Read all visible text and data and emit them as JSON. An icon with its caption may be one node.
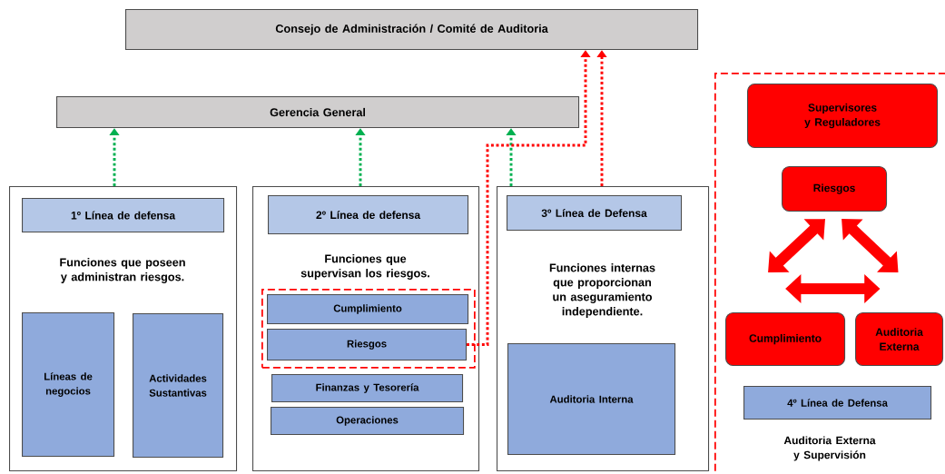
{
  "diagram": {
    "nodes": [
      {
        "text": [
          "Consejo de Administración / Comité de Auditoria"
        ]
      },
      {
        "text": [
          "Gerencia General"
        ]
      },
      {
        "text": [
          "Funciones que poseen y administran riesgos."
        ]
      },
      {
        "text": [
          "1º Línea de defensa"
        ],
        "in": 2
      },
      {
        "text": [
          "Líneas de negocios"
        ],
        "in": 2
      },
      {
        "text": [
          "Actividades Sustantivas"
        ],
        "in": 2
      },
      {
        "text": [
          "Funciones que supervisan los riesgos."
        ]
      },
      {
        "text": [
          "2º Línea de defensa"
        ],
        "in": 6
      },
      {
        "text": [],
        "shape": "box",
        "in": 6
      },
      {
        "text": [
          "Cumplimiento"
        ],
        "in": 8
      },
      {
        "text": [
          "Riesgos"
        ],
        "in": 8
      },
      {
        "text": [
          "Finanzas y Tesorería"
        ],
        "in": 6
      },
      {
        "text": [
          "Operaciones"
        ],
        "in": 6
      },
      {
        "text": [
          "Funciones internas que proporcionan un aseguramiento independiente."
        ]
      },
      {
        "text": [
          "3º Línea de Defensa"
        ],
        "in": 13
      },
      {
        "text": [
          "Auditoria Interna"
        ],
        "in": 13
      },
      {
        "text": [
          "Auditoria Externa y Supervisión"
        ]
      },
      {
        "text": [
          "Supervisores y Reguladores"
        ],
        "in": 16
      },
      {
        "text": [
          "Riesgos"
        ],
        "in": 16
      },
      {
        "text": [
          "Cumplimiento"
        ],
        "in": 16
      },
      {
        "text": [
          "Auditoria Externa"
        ],
        "in": 16
      },
      {
        "text": [
          "4º Línea de Defensa"
        ],
        "in": 16
      }
    ],
    "edges": [
      {
        "from": 2,
        "to": 1,
        "arrow": "to",
        "style": "dashed",
        "color": "#00b050"
      },
      {
        "from": 6,
        "to": 1,
        "arrow": "to",
        "style": "dashed",
        "color": "#00b050"
      },
      {
        "from": 13,
        "to": 1,
        "arrow": "to",
        "style": "dashed",
        "color": "#00b050"
      },
      {
        "from": 10,
        "to": 0,
        "arrow": "to",
        "style": "dashed",
        "color": "#ff0000"
      },
      {
        "from": 13,
        "to": 0,
        "arrow": "to",
        "style": "dashed",
        "color": "#ff0000"
      },
      {
        "from": 18,
        "to": 19,
        "arrow": "both",
        "style": "thick",
        "color": "#ff0000"
      },
      {
        "from": 18,
        "to": 20,
        "arrow": "both",
        "style": "thick",
        "color": "#ff0000"
      },
      {
        "from": 19,
        "to": 20,
        "arrow": "both",
        "style": "thick",
        "color": "#ff0000"
      }
    ]
  }
}
